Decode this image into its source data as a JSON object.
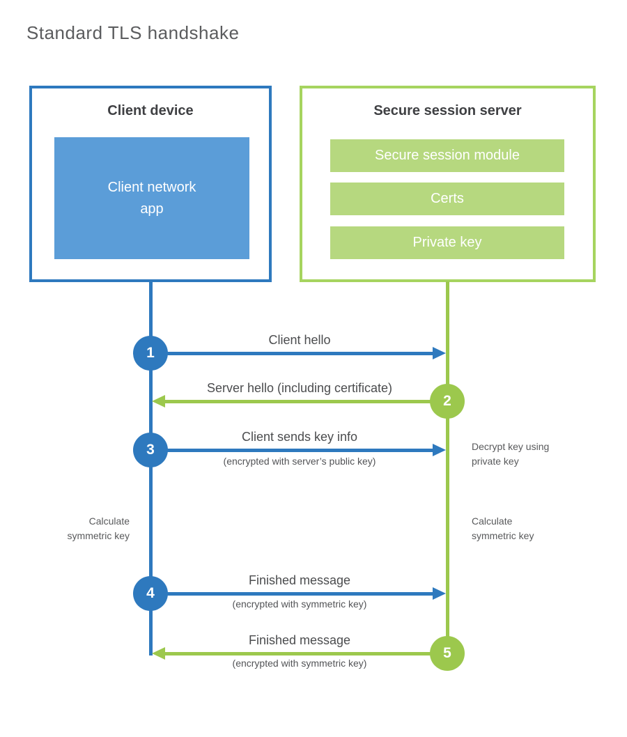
{
  "title": "Standard TLS handshake",
  "colors": {
    "blue_accent": "#2e79be",
    "blue_fill": "#5b9dd8",
    "green_accent": "#9cc84d",
    "green_border": "#a6d45f",
    "green_fill": "#b6d87f",
    "label_text": "#4b4c4e",
    "annotation_text": "#58595b"
  },
  "client": {
    "title": "Client device",
    "module": "Client network\napp"
  },
  "server": {
    "title": "Secure session server",
    "modules": [
      "Secure session module",
      "Certs",
      "Private key"
    ]
  },
  "steps": [
    {
      "number": "1",
      "label": "Client hello",
      "sublabel": "",
      "direction": "right"
    },
    {
      "number": "2",
      "label": "Server hello (including certificate)",
      "sublabel": "",
      "direction": "left"
    },
    {
      "number": "3",
      "label": "Client sends key info",
      "sublabel": "(encrypted with server’s public key)",
      "direction": "right"
    },
    {
      "number": "4",
      "label": "Finished message",
      "sublabel": "(encrypted with symmetric key)",
      "direction": "right"
    },
    {
      "number": "5",
      "label": "Finished message",
      "sublabel": "(encrypted with symmetric key)",
      "direction": "left"
    }
  ],
  "annotations": {
    "decrypt": "Decrypt key using\nprivate key",
    "calc_left": "Calculate\nsymmetric key",
    "calc_right": "Calculate\nsymmetric key"
  }
}
